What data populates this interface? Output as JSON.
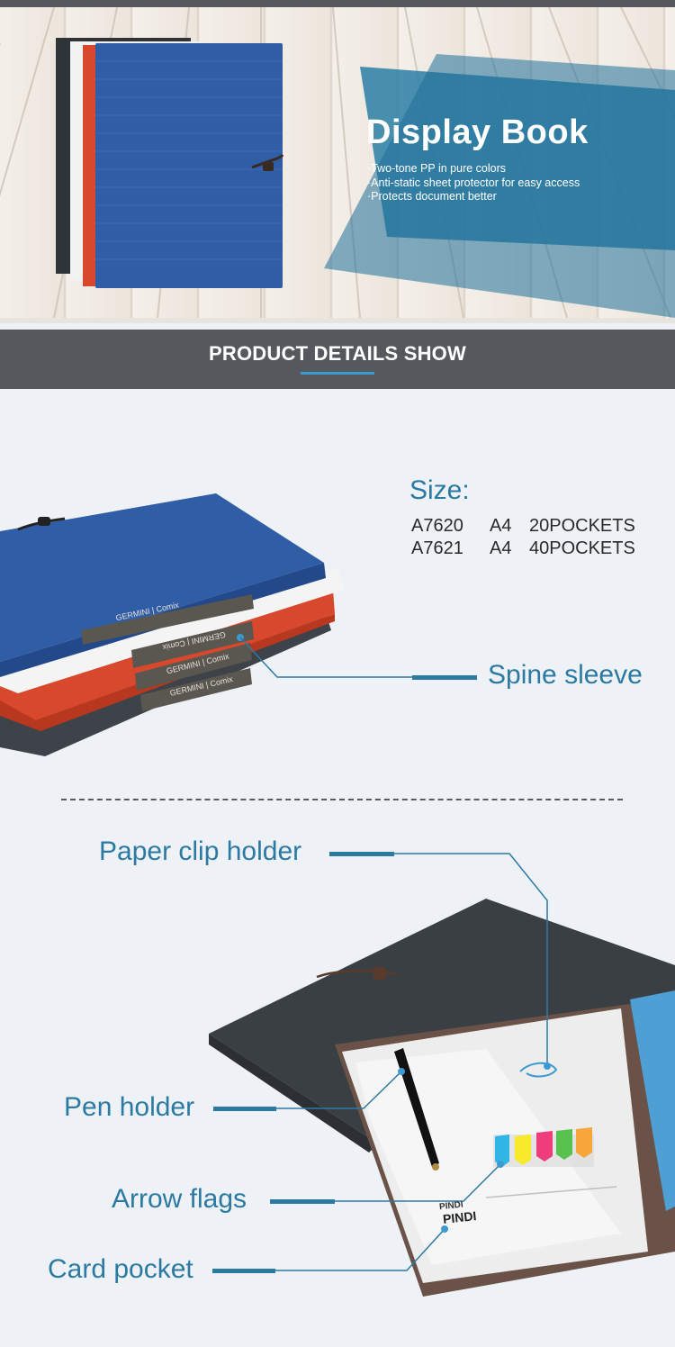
{
  "hero": {
    "title": "Display Book",
    "bullets": [
      "·Two-tone PP in pure colors",
      "·Anti-static sheet protector for easy access",
      "·Protects document better"
    ]
  },
  "section": {
    "title": "PRODUCT DETAILS SHOW"
  },
  "size": {
    "label": "Size:",
    "rows": [
      {
        "model": "A7620",
        "format": "A4",
        "pockets": "20POCKETS"
      },
      {
        "model": "A7621",
        "format": "A4",
        "pockets": "40POCKETS"
      }
    ]
  },
  "spine_labels": {
    "brand_top": "GERMINI | Comix",
    "brand_flipped": "GERMINI | Comix",
    "brand_lower": "GERMINI | Comix",
    "brand_bottom": "GERMINI | Comix"
  },
  "callouts": {
    "spine_sleeve": "Spine sleeve",
    "paper_clip_holder": "Paper clip holder",
    "pen_holder": "Pen holder",
    "arrow_flags": "Arrow flags",
    "card_pocket": "Card pocket"
  },
  "card": {
    "brand_small": "PINDI",
    "brand_large": "PINDI"
  },
  "colors": {
    "accent": "#2c7aa1",
    "header_bg": "#55595e",
    "blue_cover": "#2f5ea6",
    "red_cover": "#d8482d",
    "dark_cover": "#3d4348",
    "white_cover": "#f2f2f2"
  }
}
